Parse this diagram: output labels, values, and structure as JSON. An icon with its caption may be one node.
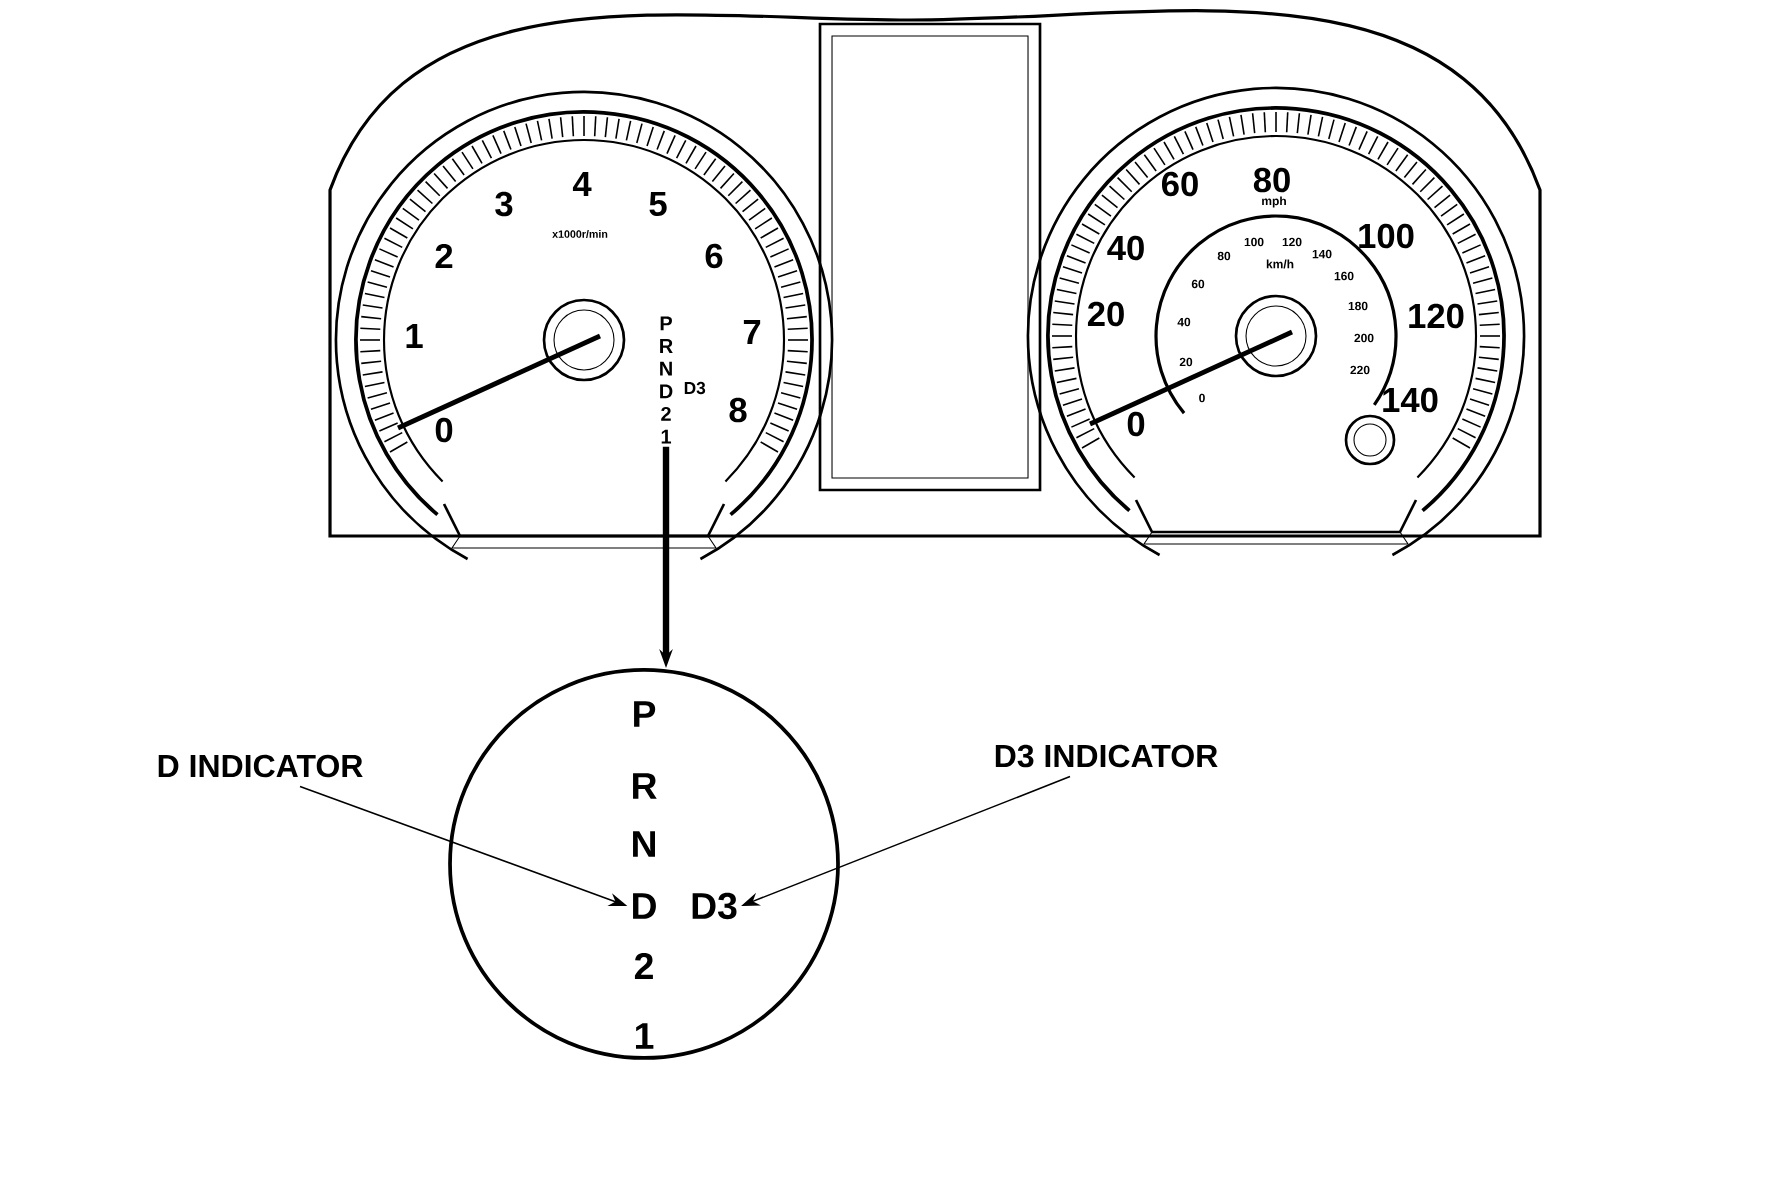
{
  "diagram": {
    "nodes": [
      {
        "text": [
          "P",
          "R",
          "N",
          "D",
          "2",
          "1"
        ],
        "beside": [
          "D3"
        ]
      },
      {
        "text": [],
        "shape": "circle"
      },
      {
        "text": [
          "P"
        ],
        "in": 1
      },
      {
        "text": [
          "R"
        ],
        "in": 1
      },
      {
        "text": [
          "N"
        ],
        "in": 1
      },
      {
        "text": [
          "D"
        ],
        "in": 1
      },
      {
        "text": [
          "2"
        ],
        "in": 1
      },
      {
        "text": [
          "1"
        ],
        "in": 1
      },
      {
        "text": [
          "D3"
        ],
        "in": 1
      },
      {
        "text": [
          "D INDICATOR"
        ]
      },
      {
        "text": [
          "D3 INDICATOR"
        ]
      }
    ],
    "edges": [
      {
        "from": 0,
        "to": 1,
        "arrow": "to",
        "style": "thick"
      },
      {
        "from": 9,
        "to": 5,
        "arrow": "to"
      },
      {
        "from": 10,
        "to": 8,
        "arrow": "to"
      }
    ],
    "labels": [
      "0",
      "1",
      "2",
      "3",
      "4",
      "5",
      "6",
      "7",
      "8",
      "x1000r/min",
      "0",
      "20",
      "40",
      "60",
      "80",
      "100",
      "120",
      "140",
      "mph",
      "km/h",
      "0",
      "20",
      "40",
      "60",
      "80",
      "100",
      "120",
      "140",
      "160",
      "180",
      "200",
      "220"
    ]
  }
}
